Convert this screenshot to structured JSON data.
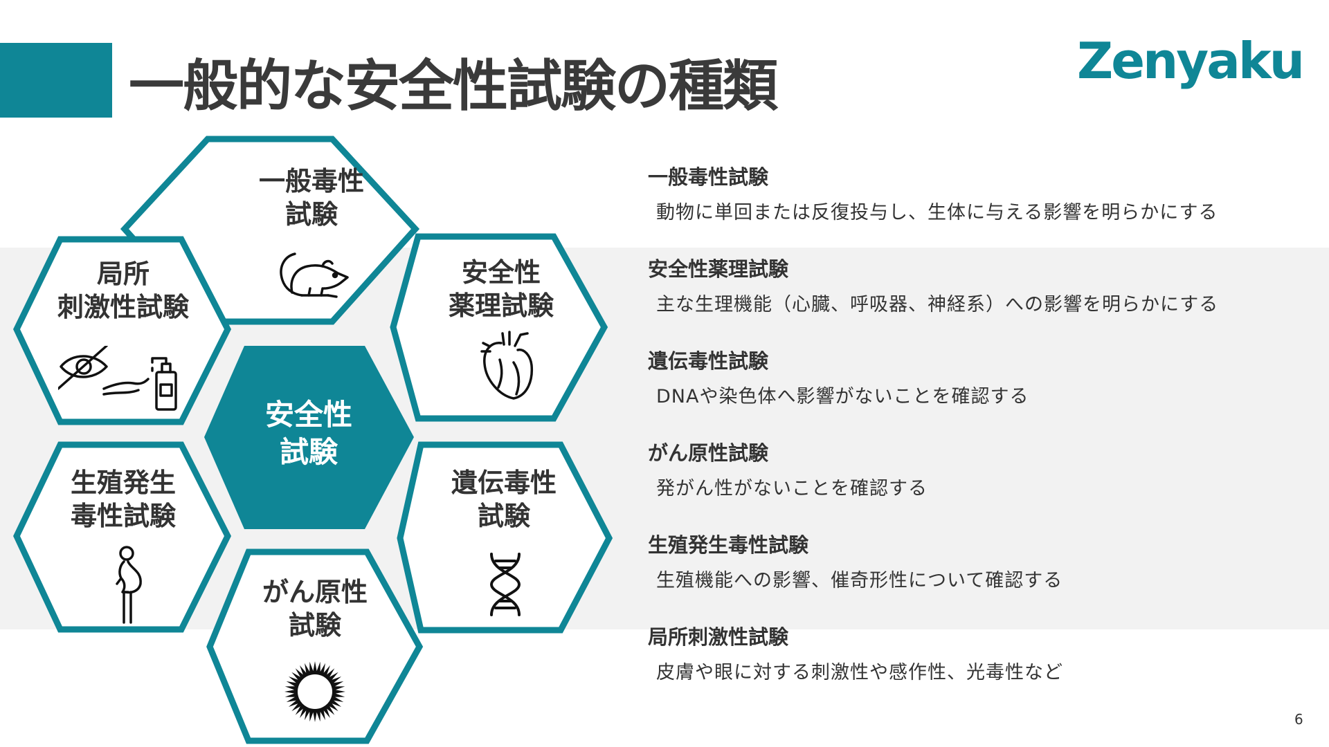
{
  "page": {
    "title": "一般的な安全性試験の種類",
    "logo": "Zenyaku",
    "page_number": "6"
  },
  "colors": {
    "accent": "#0f8696",
    "band": "#f2f2f2",
    "text": "#333333"
  },
  "hexagons": {
    "general": "一般毒性\n試験",
    "pharmacology": "安全性\n薬理試験",
    "genetic": "遺伝毒性\n試験",
    "carcinogenic": "がん原性\n試験",
    "reproductive": "生殖発生\n毒性試験",
    "local": "局所\n刺激性試験",
    "center": "安全性\n試験"
  },
  "icons": {
    "general": "mouse-icon",
    "pharmacology": "heart-icon",
    "genetic": "dna-icon",
    "carcinogenic": "starburst-icon",
    "reproductive": "pregnant-woman-icon",
    "local": "eye-hand-dispenser-icon"
  },
  "descriptions": [
    {
      "title": "一般毒性試験",
      "text": "動物に単回または反復投与し、生体に与える影響を明らかにする"
    },
    {
      "title": "安全性薬理試験",
      "text": "主な生理機能（心臓、呼吸器、神経系）への影響を明らかにする"
    },
    {
      "title": "遺伝毒性試験",
      "text": "DNAや染色体へ影響がないことを確認する"
    },
    {
      "title": "がん原性試験",
      "text": "発がん性がないことを確認する"
    },
    {
      "title": "生殖発生毒性試験",
      "text": "生殖機能への影響、催奇形性について確認する"
    },
    {
      "title": "局所刺激性試験",
      "text": "皮膚や眼に対する刺激性や感作性、光毒性など"
    }
  ]
}
